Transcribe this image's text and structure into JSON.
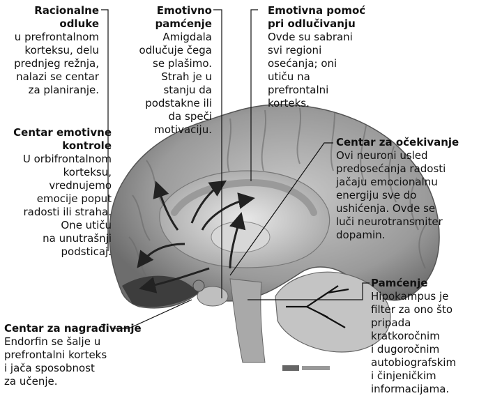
{
  "callouts": {
    "racionalne": {
      "title": "Racionalne\nodluke",
      "body": "u prefrontalnom\nkorteksu, delu\nprednjeg režnja,\nnalazi se centar\nza planiranje."
    },
    "emotivno_pamcenje": {
      "title": "Emotivno\npamćenje",
      "body": "Amigdala\nodlučuje čega\nse plašimo.\nStrah je u\nstanju da\npodstakne ili\nda speči\nmotivaciju."
    },
    "emotivna_pomoc": {
      "title": "Emotivna pomoć\npri odlučivanju",
      "body": "Ovde su sabrani\nsvi regioni\nosećanja; oni\nutiču na\nprefrontalni\nkorteks."
    },
    "centar_kontrole": {
      "title": "Centar emotivne\nkontrole",
      "body": "U orbifrontalnom\nkorteksu,\nvrednujemo\nemocije poput\nradosti ili straha.\nOne utiču\nna unutrašnji\npodsticaj."
    },
    "ocekivanje": {
      "title": "Centar za očekivanje",
      "body": "Ovi neuroni usled\npredosećanja radosti\njačaju emocionalnu\nenergiju sve do\nushićenja. Ovde se\nluči neurotransmiter\ndopamin."
    },
    "pamcenje": {
      "title": "Pamćenje",
      "body": "Hipokampus je\nfilter za ono što\npripada\nkratkoročnim\ni dugoročnim\nautobiografskim\ni činjeničkim\ninformacijama."
    },
    "nagradjivanje": {
      "title": "Centar za nagrađivanje",
      "body": "Endorfin se šalje u\nprefrontalni korteks\ni jača sposobnost\nza učenje."
    }
  },
  "colors": {
    "cortex": "#8f8f8f",
    "cortex_dark": "#5a5a5a",
    "cerebellum": "#bdbdbd",
    "arrow": "#222222"
  }
}
